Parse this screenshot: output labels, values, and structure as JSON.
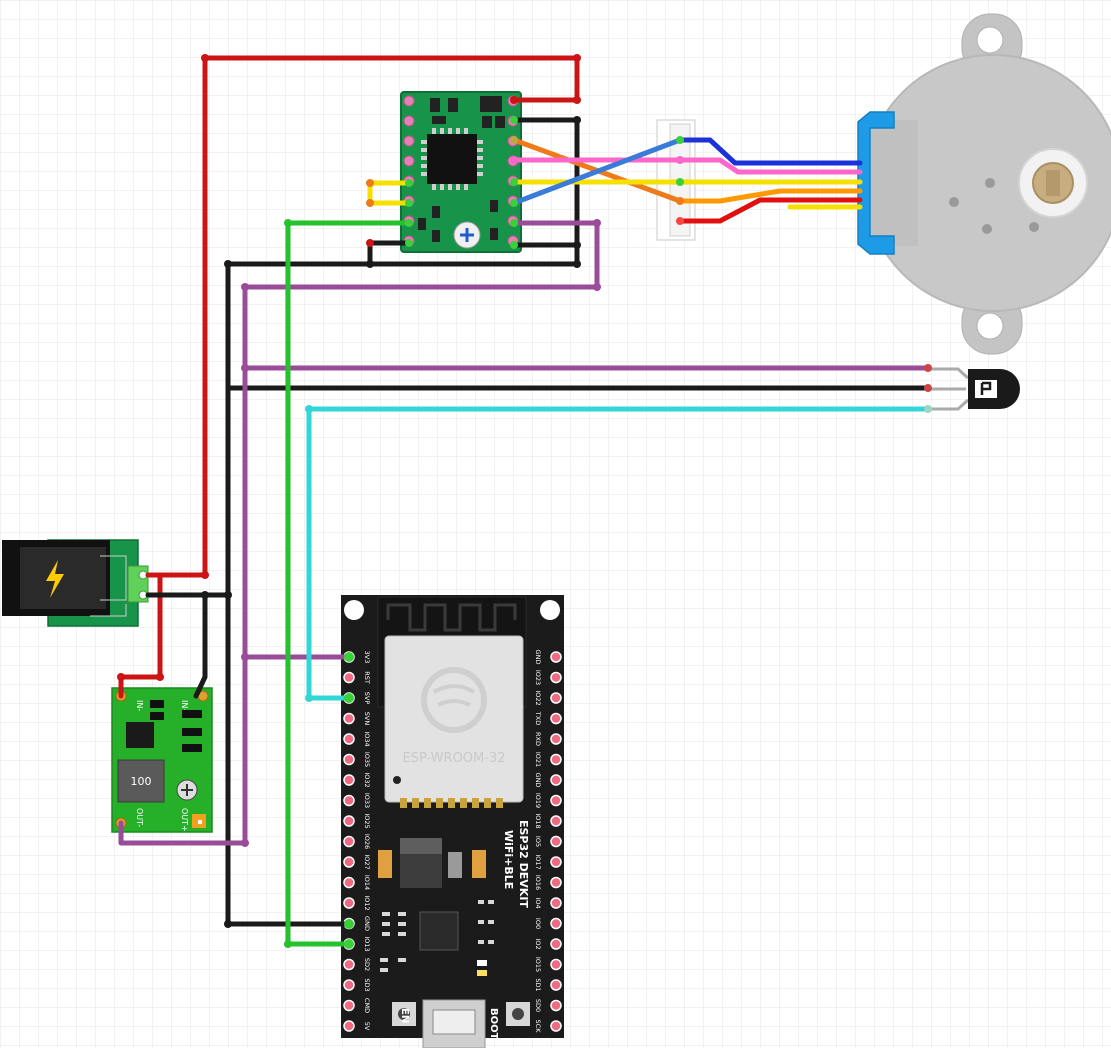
{
  "esp32": {
    "module_label": "ESP-WROOM-32",
    "board_title": "ESP32 DEVKIT",
    "board_subtitle": "WiFi+BLE",
    "en_label": "EN",
    "boot_label": "BOOT",
    "left_pins": [
      "3V3",
      "RST",
      "SVP",
      "SVN",
      "IO34",
      "IO35",
      "IO32",
      "IO33",
      "IO25",
      "IO26",
      "IO27",
      "IO14",
      "IO12",
      "GND",
      "IO13",
      "SD2",
      "SD3",
      "CMD",
      "5V"
    ],
    "right_pins": [
      "GND",
      "IO23",
      "IO22",
      "TXD",
      "RXD",
      "IO21",
      "GND",
      "IO19",
      "IO18",
      "IO5",
      "IO17",
      "IO16",
      "IO4",
      "IO0",
      "IO2",
      "IO15",
      "SD1",
      "SD0",
      "SCK"
    ]
  },
  "buck_converter": {
    "inductor_label": "100",
    "in_minus": "IN-",
    "in_plus": "IN+",
    "out_minus": "OUT-",
    "out_plus": "OUT+"
  },
  "colors": {
    "grid": "#e6e6e6",
    "wire_red": "#cc1414",
    "wire_black": "#1a1a1a",
    "wire_green": "#26c22e",
    "wire_purple": "#9a4b9a",
    "wire_cyan": "#33d6d6",
    "pcb_green": "#17934a",
    "esp_board": "#1b1b1b"
  }
}
